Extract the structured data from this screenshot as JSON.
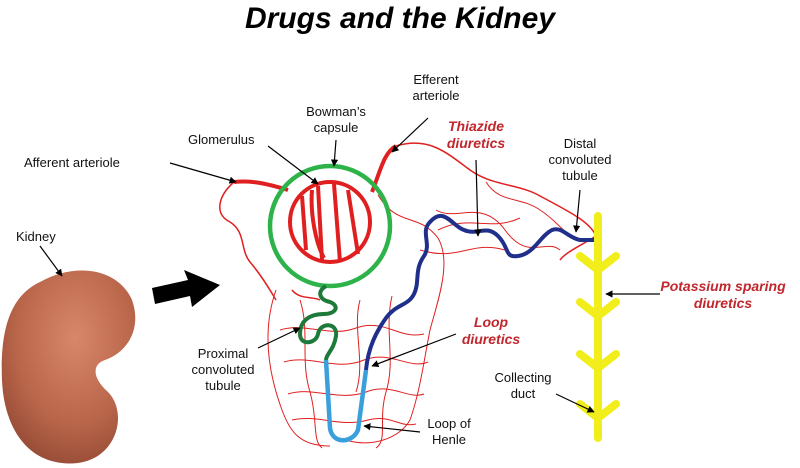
{
  "title": "Drugs and the Kidney",
  "labels": {
    "afferent": "Afferent arteriole",
    "glomerulus": "Glomerulus",
    "bowman": [
      "Bowman’s",
      "capsule"
    ],
    "efferent": [
      "Efferent",
      "arteriole"
    ],
    "distal": [
      "Distal",
      "convoluted",
      "tubule"
    ],
    "kidney": "Kidney",
    "proximal": [
      "Proximal",
      "convoluted",
      "tubule"
    ],
    "collecting": [
      "Collecting",
      "duct"
    ],
    "loop_of_henle": [
      "Loop of",
      "Henle"
    ]
  },
  "drugs": {
    "thiazide": [
      "Thiazide",
      "diuretics"
    ],
    "loop": [
      "Loop",
      "diuretics"
    ],
    "potassium": [
      "Potassium sparing",
      "diuretics"
    ]
  },
  "colors": {
    "capsule": "#2db34a",
    "arteriole": "#e02020",
    "capillary": "#e02020",
    "proximal": "#1e7a3a",
    "henle_desc": "#3aa0dc",
    "distal": "#1f2f8a",
    "collecting": "#f2ee1c",
    "kidney": "#b8654a",
    "drug_text": "#c1272d"
  }
}
